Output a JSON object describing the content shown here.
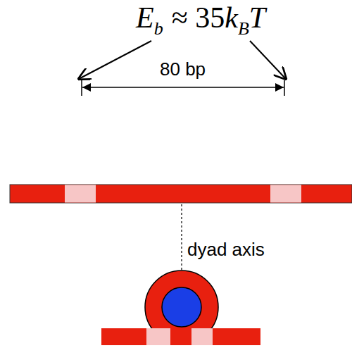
{
  "diagram": {
    "labels": [
      "E",
      "b",
      "≈ 35",
      "k",
      "B",
      "T",
      "80 bp",
      "dyad axis"
    ]
  }
}
